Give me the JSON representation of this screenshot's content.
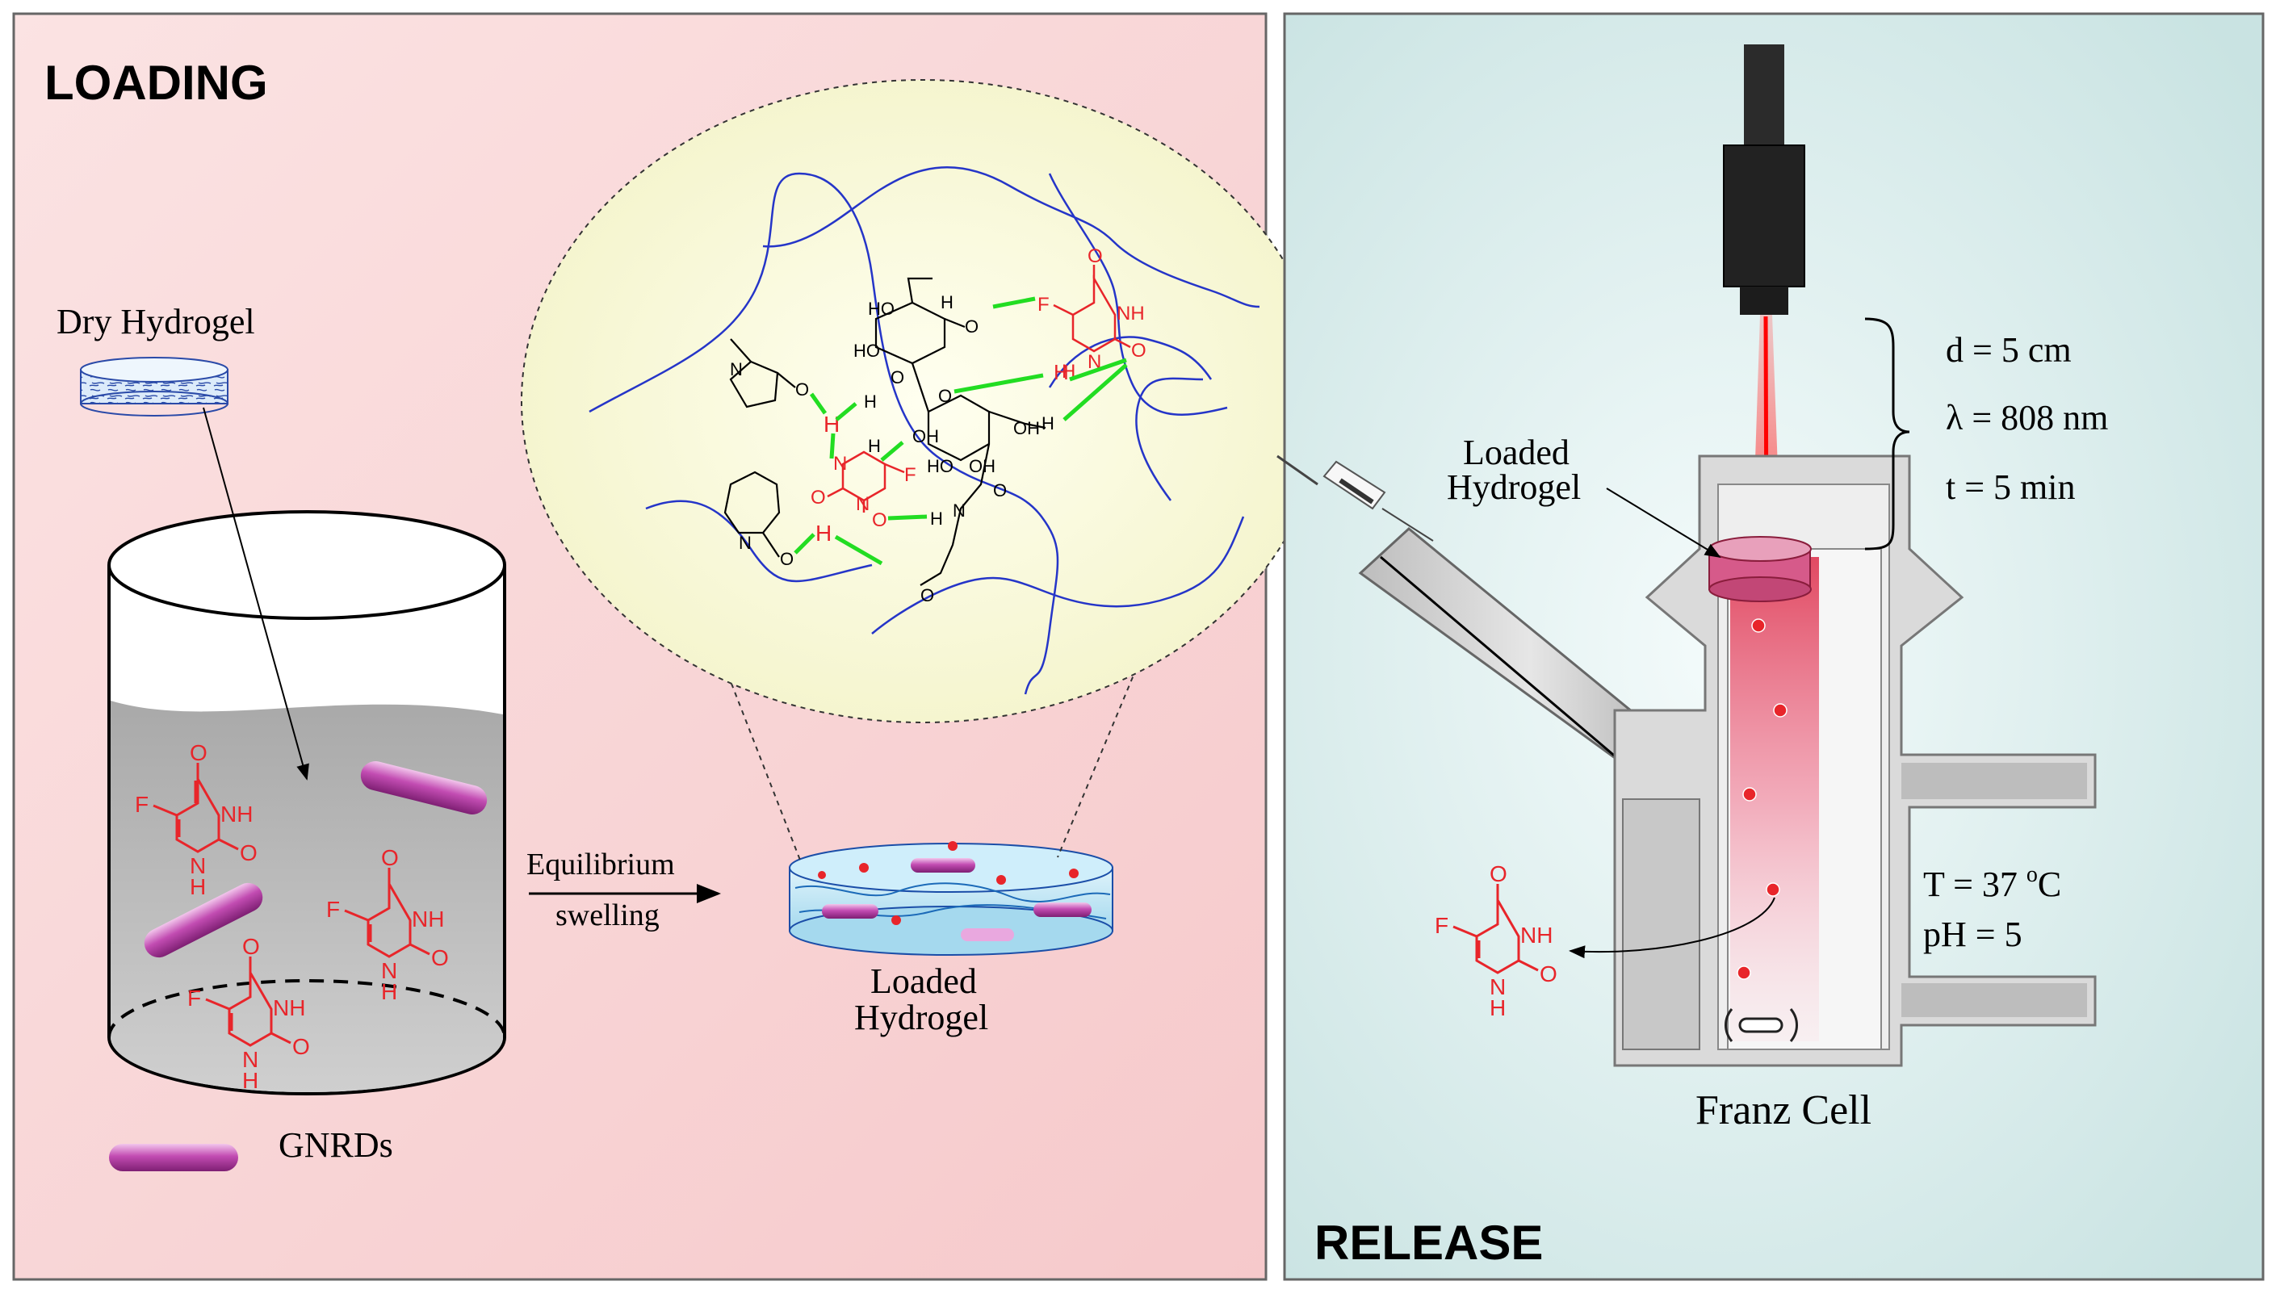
{
  "loading": {
    "title": "LOADING",
    "dry_hydrogel_label": "Dry Hydrogel",
    "gnrds_label": "GNRDs",
    "arrow_label_1": "Equilibrium",
    "arrow_label_2": "swelling",
    "loaded_hydrogel_1": "Loaded",
    "loaded_hydrogel_2": "Hydrogel"
  },
  "release": {
    "title": "RELEASE",
    "d": "d = 5 cm",
    "lambda": "λ = 808 nm",
    "t": "t = 5 min",
    "loaded_1": "Loaded",
    "loaded_2": "Hydrogel",
    "temp_prefix": "T = 37 ",
    "temp_sup": "o",
    "temp_suffix": "C",
    "ph": "pH = 5",
    "franz_cell": "Franz Cell"
  },
  "chem": {
    "F": "F",
    "O": "O",
    "NH": "NH",
    "N": "N",
    "H": "H",
    "HO": "HO",
    "OH": "OH"
  },
  "colors": {
    "loading_bg": "#f9d9da",
    "release_bg": "#d7ebea",
    "drug": "#e8252a",
    "gnrd": "#b0349f",
    "bond": "#22dd22",
    "polymer": "#2535c8",
    "laser": "#e01010"
  }
}
